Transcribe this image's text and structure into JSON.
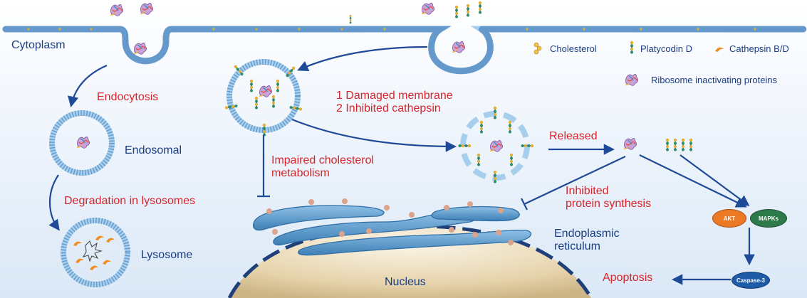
{
  "compartments": {
    "cytoplasm": "Cytoplasm",
    "endosomal": "Endosomal",
    "lysosome": "Lysosome",
    "endoplasmic_reticulum": "Endoplasmic\nreticulum",
    "nucleus": "Nucleus"
  },
  "processes": {
    "endocytosis": "Endocytosis",
    "degradation": "Degradation in lysosomes",
    "mechanism": "1 Damaged membrane\n2 Inhibited cathepsin",
    "cholesterol_metabolism": "Impaired cholesterol\nmetabolism",
    "released": "Released",
    "protein_synthesis": "Inhibited\nprotein synthesis",
    "apoptosis": "Apoptosis"
  },
  "legend": {
    "cholesterol": "Cholesterol",
    "platycodin": "Platycodin D",
    "cathepsin": "Cathepsin B/D",
    "rip": "Ribosome inactivating proteins"
  },
  "signaling": {
    "akt": "AKT",
    "mapks": "MAPKs",
    "caspase": "Caspase-3"
  },
  "colors": {
    "membrane": "#7fb7e4",
    "arrow": "#1f4a97",
    "red_text": "#d7252b",
    "blue_text": "#1a3e84",
    "cholesterol": "#e6ad2d",
    "cathepsin": "#f28c1e",
    "akt": "#ec7a25",
    "mapks": "#2d7a4a",
    "caspase": "#1e5ca8",
    "nucleus": "#d9c39a",
    "er": "#5c97c7",
    "er_dots": "#d9a38c"
  }
}
